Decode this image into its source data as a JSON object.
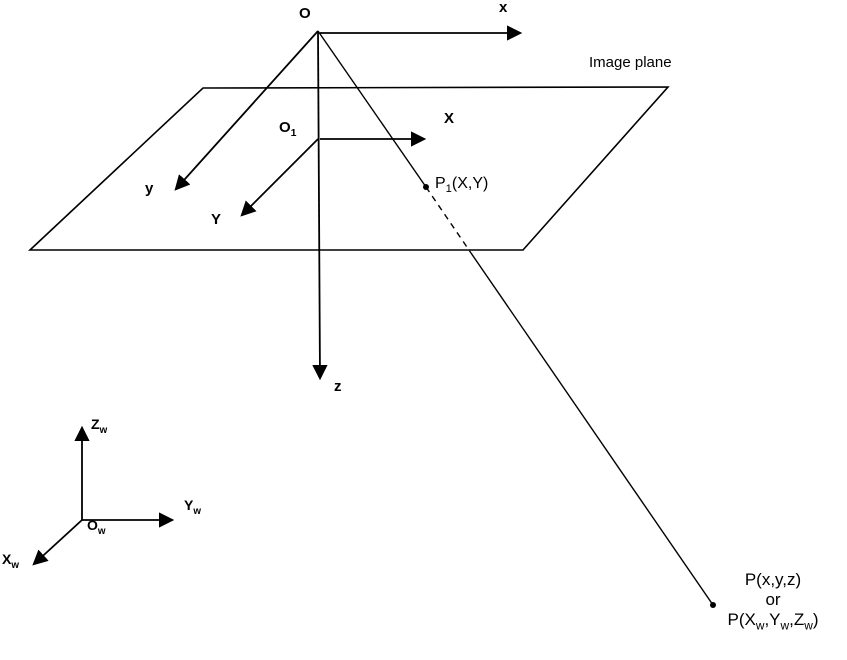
{
  "labels": {
    "camera_origin": "O",
    "camera_x": "x",
    "camera_y": "y",
    "camera_z": "z",
    "image_plane": "Image plane",
    "plane_origin": {
      "base": "O",
      "sub": "1"
    },
    "plane_x": "X",
    "plane_y": "Y",
    "p1": {
      "base": "P",
      "sub": "1",
      "rest": "(X,Y)"
    },
    "world_origin": {
      "base": "O",
      "sub": "w"
    },
    "world_x": {
      "base": "X",
      "sub": "w"
    },
    "world_y": {
      "base": "Y",
      "sub": "w"
    },
    "world_z": {
      "base": "Z",
      "sub": "w"
    },
    "point_p": {
      "line1": "P(x,y,z)",
      "line2": "or",
      "line3": {
        "t1": "P(X",
        "s1": "w",
        "t2": ",Y",
        "s2": "w",
        "t3": ",Z",
        "s3": "w",
        "t4": ")"
      }
    }
  },
  "colors": {
    "stroke": "#000000",
    "background": "#ffffff"
  }
}
